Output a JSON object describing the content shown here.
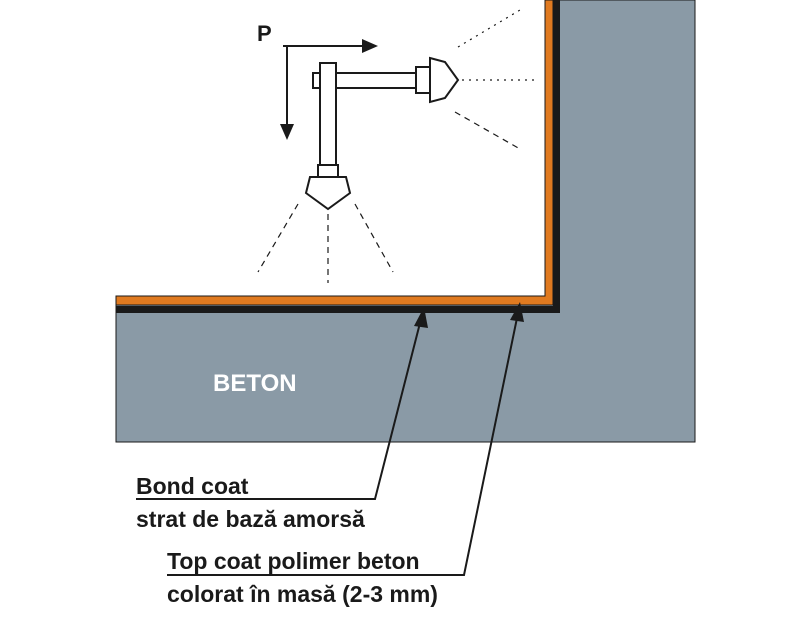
{
  "labels": {
    "force": "P",
    "substrate": "BETON",
    "bond_coat_line1": "Bond coat",
    "bond_coat_line2": "strat de bază amorsă",
    "top_coat_line1": "Top coat polimer beton",
    "top_coat_line2": "colorat în masă (2-3 mm)"
  },
  "colors": {
    "concrete": "#8a9aa6",
    "bond_coat": "#1a1a1a",
    "top_coat": "#e07a20",
    "ink": "#1a1a1a",
    "label_text": "#1a1a1a",
    "substrate_text": "#ffffff"
  }
}
